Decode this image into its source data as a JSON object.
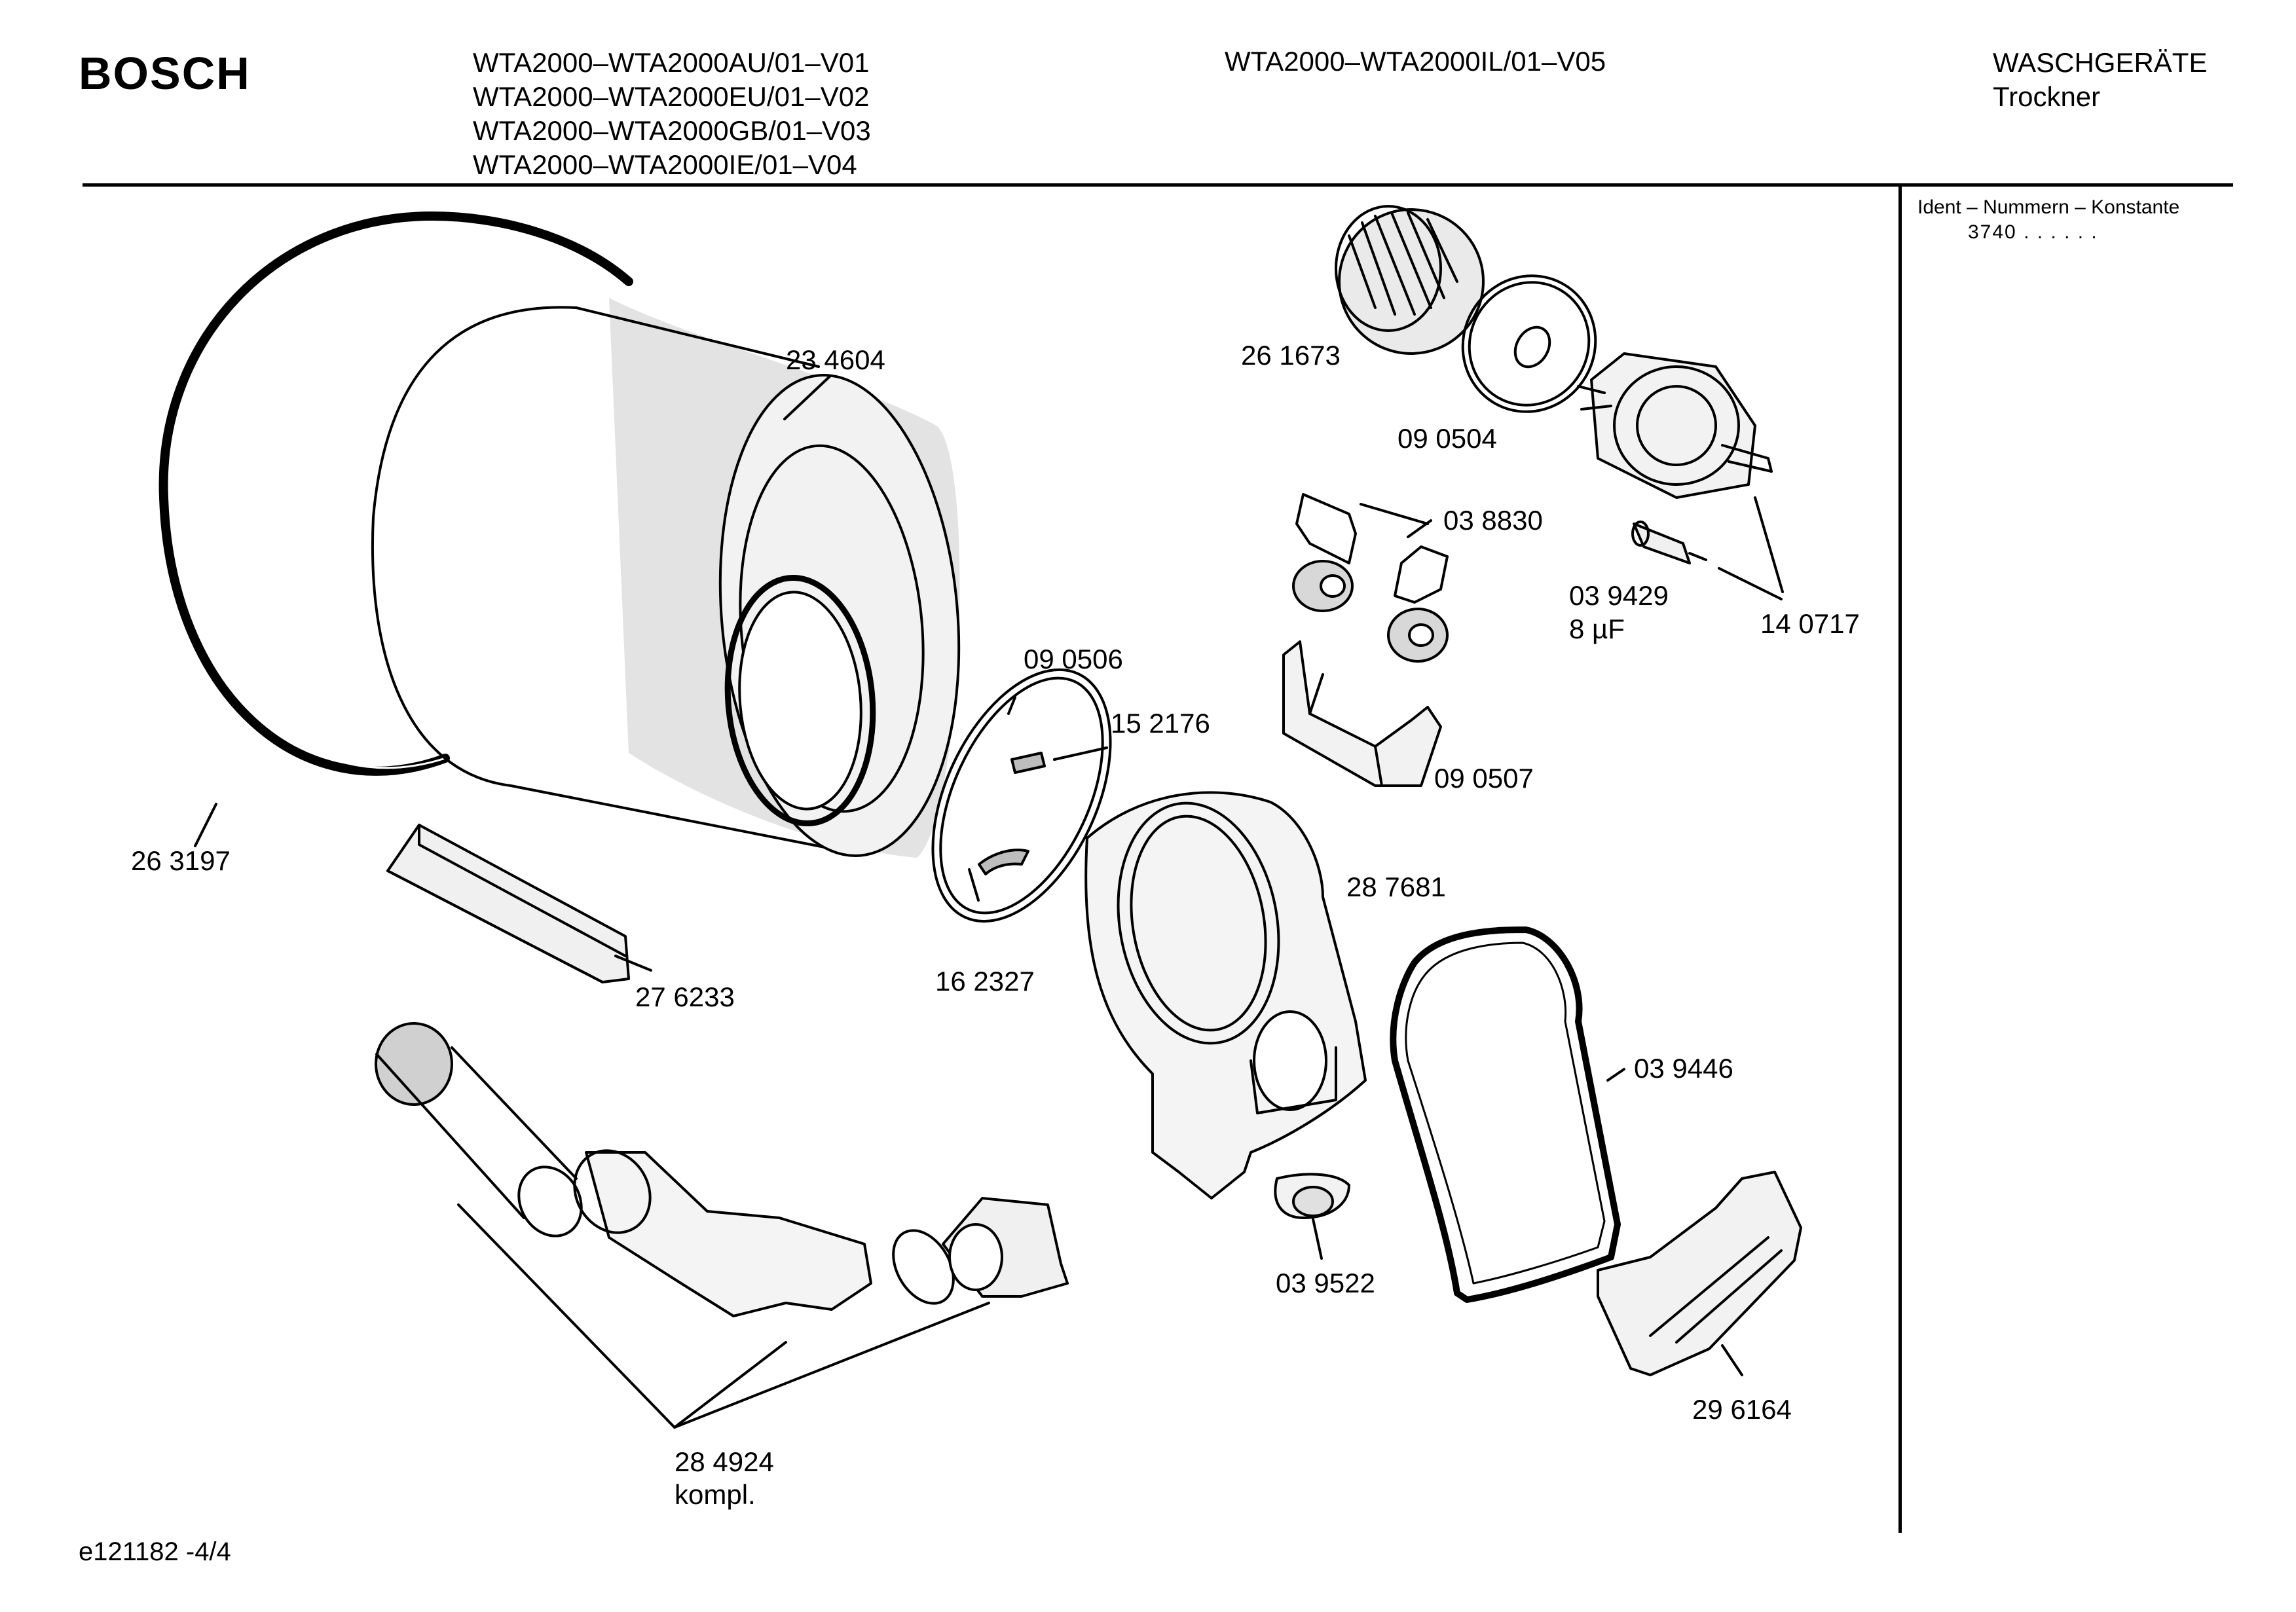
{
  "header": {
    "brand": "BOSCH",
    "models_left": [
      "WTA2000–WTA2000AU/01–V01",
      "WTA2000–WTA2000EU/01–V02",
      "WTA2000–WTA2000GB/01–V03",
      "WTA2000–WTA2000IE/01–V04"
    ],
    "model_center": "WTA2000–WTA2000IL/01–V05",
    "category_line1": "WASCHGERÄTE",
    "category_line2": "Trockner"
  },
  "side_panel": {
    "title": "Ident – Nummern – Konstante",
    "value": "3740 . . . . . ."
  },
  "footer": {
    "drawing_id": "e121182 -4/4"
  },
  "parts": {
    "drum": "23 4604",
    "drum_seal": "26 3197",
    "lifter": "27 6233",
    "fan_wheel": "26 1673",
    "fan_plate": "09 0504",
    "bearing_clip": "03 8830",
    "capacitor": "03 9429",
    "capacitor_value": "8 µF",
    "motor": "14 0717",
    "bracket": "09 0507",
    "rear_cover": "09 0506",
    "cover_clip_upper": "15 2176",
    "cover_clip_lower": "16 2327",
    "front_housing": "28 7681",
    "front_gasket": "03 9446",
    "thermostat": "03 9522",
    "lint_filter": "29 6164",
    "duct_set": "28 4924",
    "duct_set_note": "kompl."
  }
}
